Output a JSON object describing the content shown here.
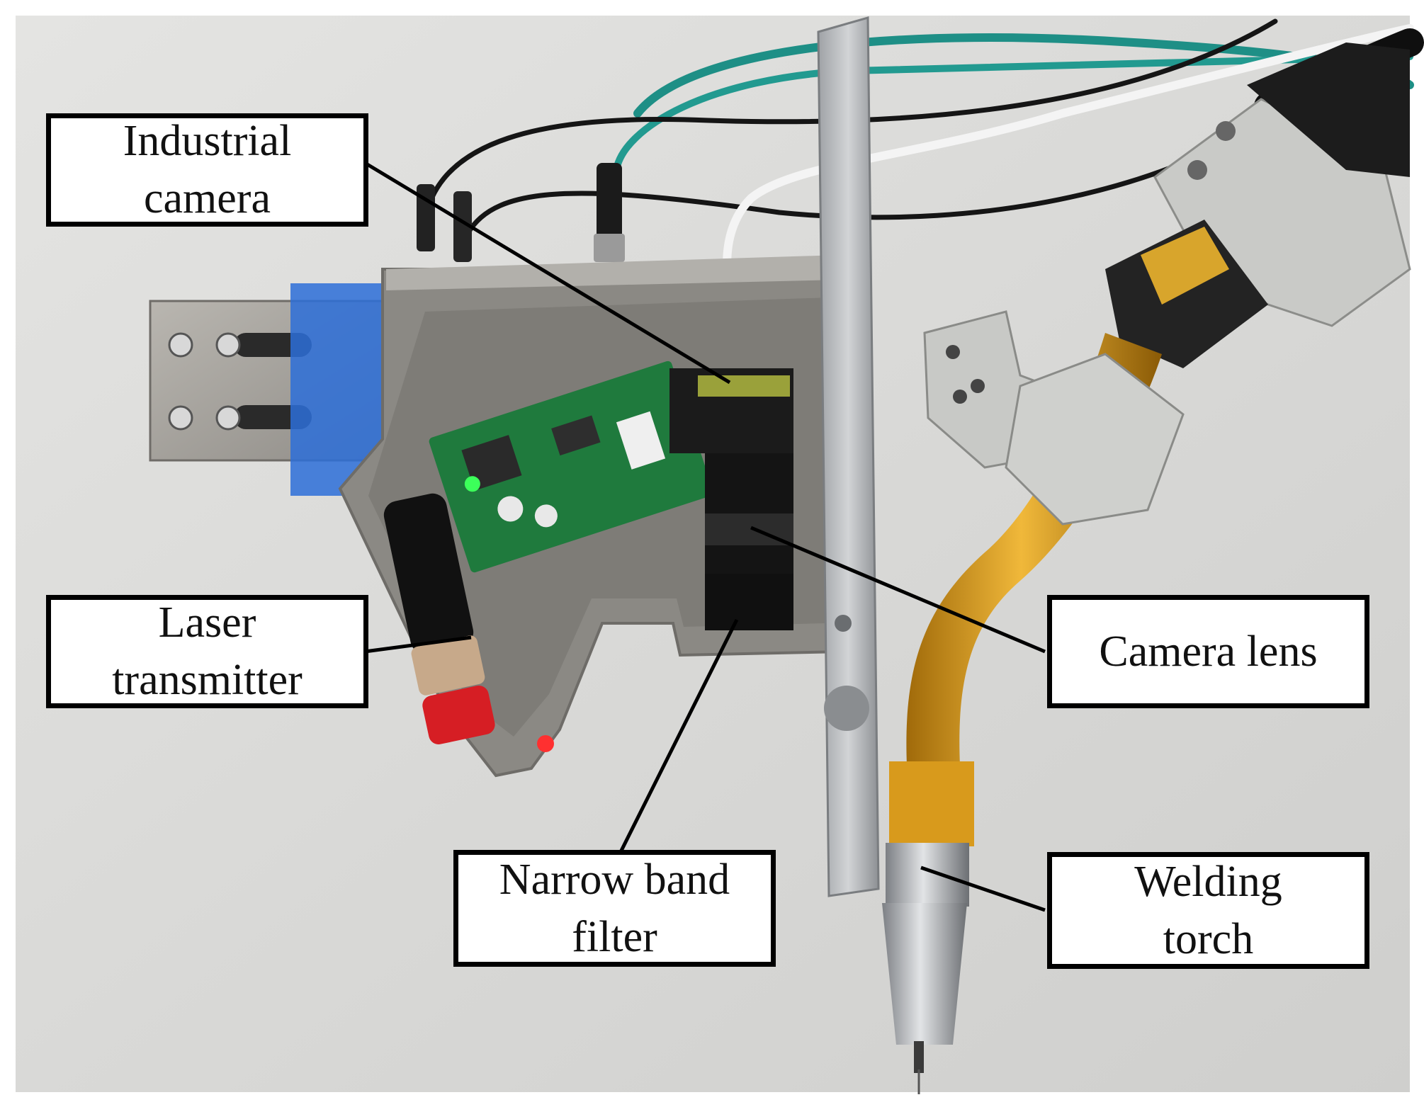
{
  "figure": {
    "labels": {
      "industrial_camera": [
        "Industrial",
        "camera"
      ],
      "laser_transmitter": [
        "Laser",
        "transmitter"
      ],
      "narrow_band_filter": [
        "Narrow band",
        "filter"
      ],
      "camera_lens": [
        "Camera lens"
      ],
      "welding_torch": [
        "Welding",
        "torch"
      ]
    }
  }
}
